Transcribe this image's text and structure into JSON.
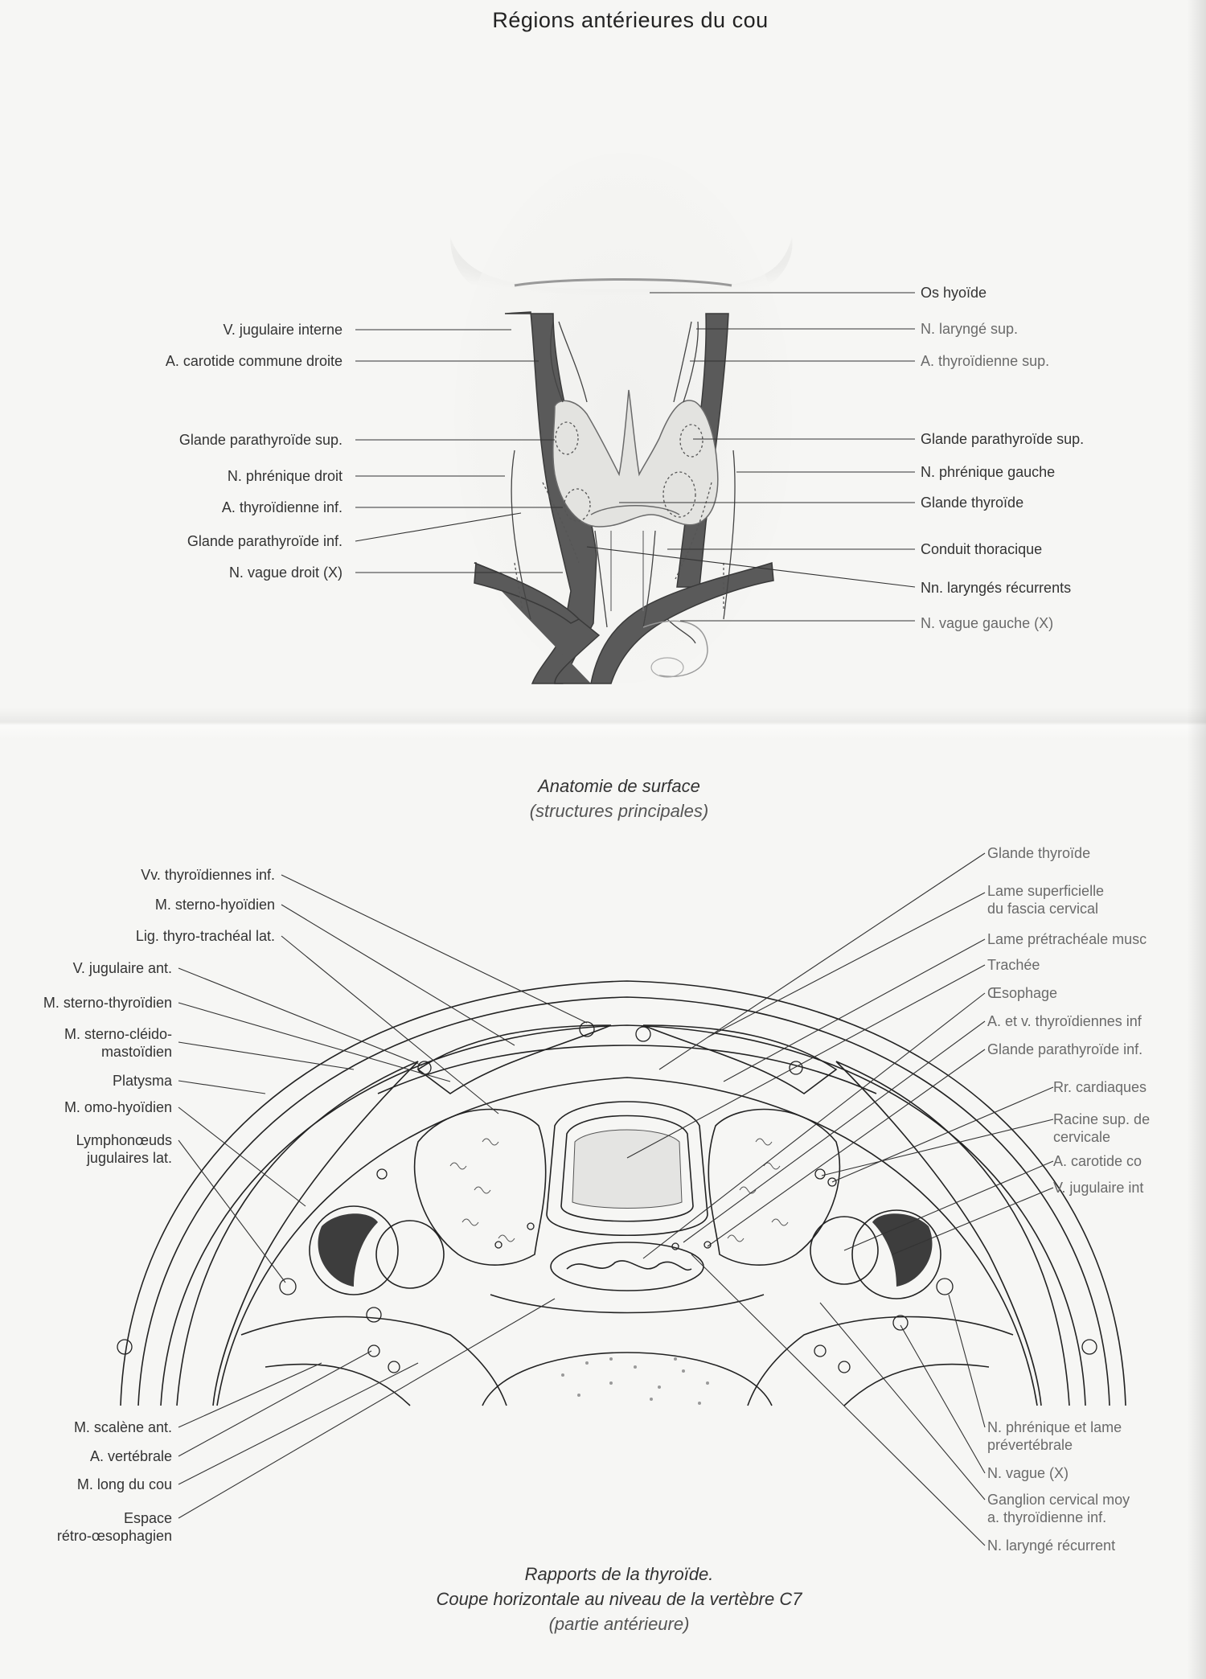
{
  "title": "Régions antérieures du cou",
  "figure1": {
    "caption": "Anatomie de surface",
    "subcaption": "(structures principales)",
    "labels_left": [
      "V. jugulaire interne",
      "A. carotide commune droite",
      "Glande parathyroïde sup.",
      "N. phrénique droit",
      "A. thyroïdienne inf.",
      "Glande parathyroïde inf.",
      "N. vague droit (X)"
    ],
    "labels_right": [
      "Os hyoïde",
      "N. laryngé sup.",
      "A. thyroïdienne sup.",
      "Glande parathyroïde sup.",
      "N. phrénique gauche",
      "Glande thyroïde",
      "Conduit thoracique",
      "Nn. laryngés récurrents",
      "N. vague gauche (X)"
    ]
  },
  "figure2": {
    "caption_line1": "Rapports de la thyroïde.",
    "caption_line2": "Coupe horizontale au niveau de la vertèbre C7",
    "caption_line3": "(partie antérieure)",
    "labels_left_top": [
      "Vv. thyroïdiennes inf.",
      "M. sterno-hyoïdien",
      "Lig. thyro-trachéal lat."
    ],
    "labels_left": [
      "V. jugulaire ant.",
      "M. sterno-thyroïdien",
      "M. sterno-cléido-\nmastoïdien",
      "Platysma",
      "M. omo-hyoïdien",
      "Lymphonœuds\njugulaires lat."
    ],
    "labels_left_bottom": [
      "M. scalène ant.",
      "A. vertébrale",
      "M. long du cou",
      "Espace\nrétro-œsophagien"
    ],
    "labels_right": [
      "Glande thyroïde",
      "Lame superficielle\ndu fascia cervical",
      "Lame prétrachéale musc",
      "Trachée",
      "Œsophage",
      "A. et v. thyroïdiennes inf",
      "Glande parathyroïde inf.",
      "Rr. cardiaques",
      "Racine sup. de\ncervicale",
      "A. carotide co",
      "V. jugulaire int"
    ],
    "labels_right_bottom": [
      "N. phrénique et lame\nprévertébrale",
      "N. vague (X)",
      "Ganglion cervical moy\na. thyroïdienne inf.",
      "N. laryngé récurrent"
    ]
  }
}
